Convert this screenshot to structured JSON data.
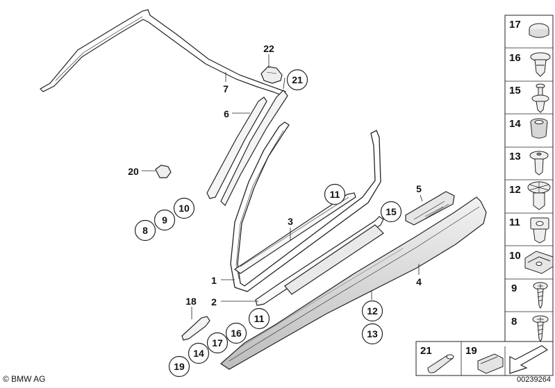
{
  "diagram": {
    "copyright": "© BMW AG",
    "diagram_number": "00239264",
    "callouts": {
      "p1": "1",
      "p2": "2",
      "p3": "3",
      "p4": "4",
      "p5": "5",
      "p6": "6",
      "p7": "7",
      "p8": "8",
      "p9": "9",
      "p10": "10",
      "p11a": "11",
      "p11b": "11",
      "p12": "12",
      "p13": "13",
      "p14": "14",
      "p15": "15",
      "p16": "16",
      "p17": "17",
      "p18": "18",
      "p19": "19",
      "p20": "20",
      "p21": "21",
      "p22": "22"
    },
    "side_panel": [
      "17",
      "16",
      "15",
      "14",
      "13",
      "12",
      "11",
      "10",
      "9",
      "8"
    ],
    "bottom_panel": [
      "21",
      "19"
    ]
  }
}
